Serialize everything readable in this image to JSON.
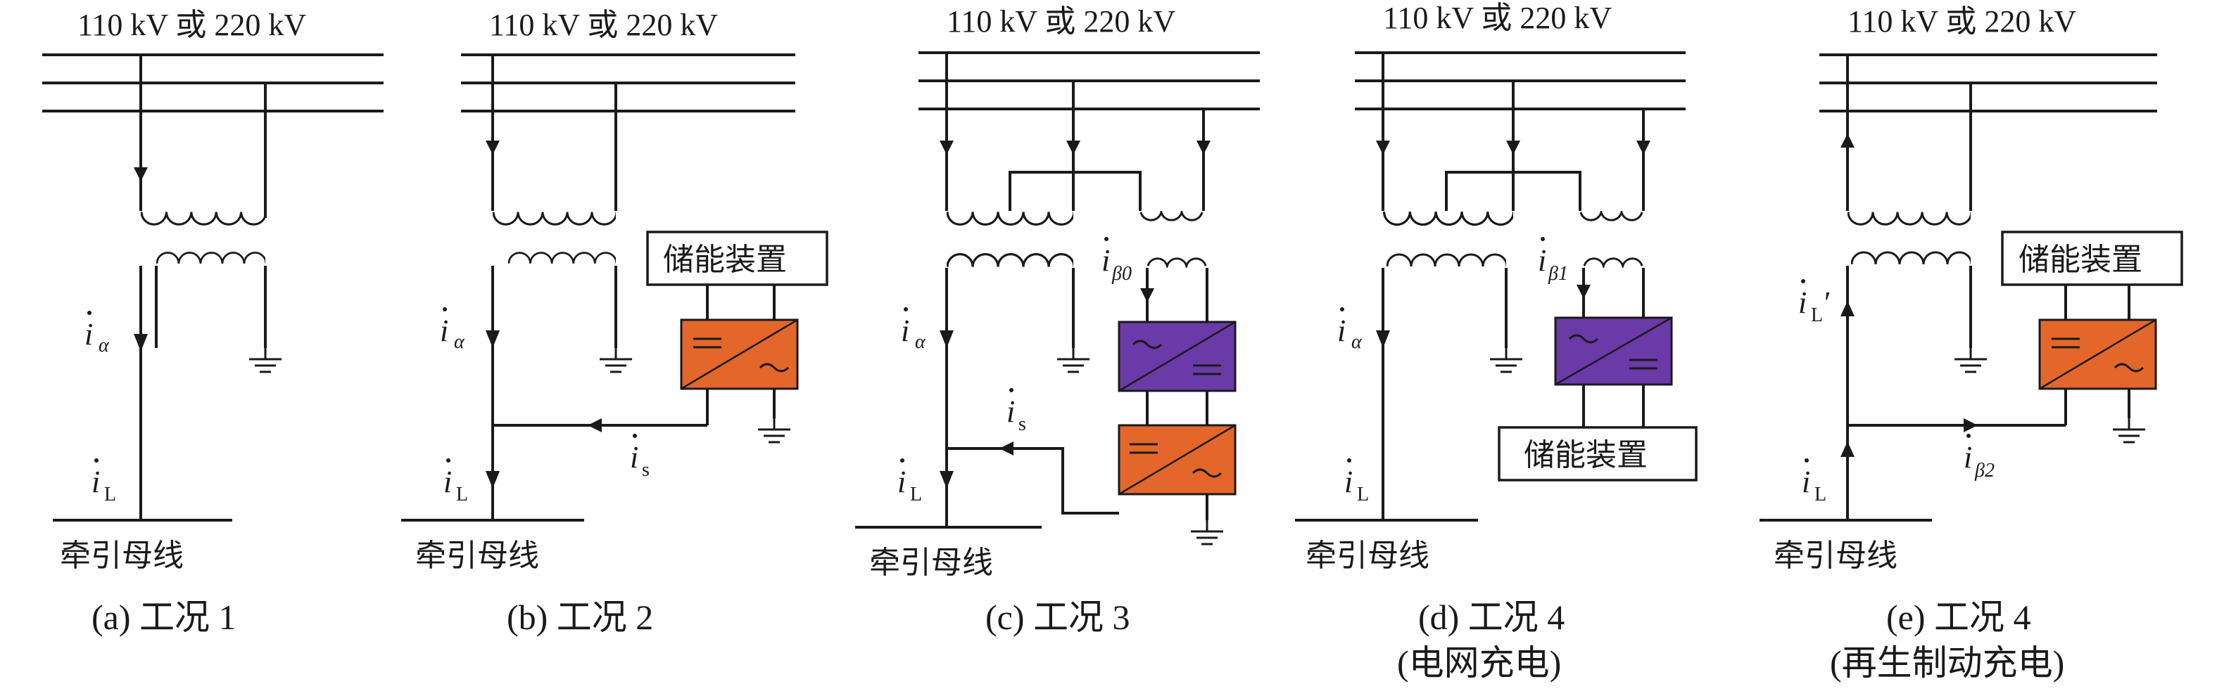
{
  "panels": [
    {
      "voltage": "110 kV 或 220 kV",
      "busbar": "牵引母线",
      "caption": "(a) 工况 1",
      "caption2": "",
      "currents": {
        "alpha": "i",
        "alpha_sub": "α",
        "L": "i",
        "L_sub": "L"
      }
    },
    {
      "voltage": "110 kV 或 220 kV",
      "busbar": "牵引母线",
      "caption": "(b) 工况 2",
      "caption2": "",
      "storage": "储能装置",
      "currents": {
        "alpha": "i",
        "alpha_sub": "α",
        "L": "i",
        "L_sub": "L",
        "s": "i",
        "s_sub": "s"
      }
    },
    {
      "voltage": "110 kV 或 220 kV",
      "busbar": "牵引母线",
      "caption": "(c) 工况 3",
      "caption2": "",
      "currents": {
        "alpha": "i",
        "alpha_sub": "α",
        "L": "i",
        "L_sub": "L",
        "s": "i",
        "s_sub": "s",
        "beta": "i",
        "beta_sub": "β0"
      }
    },
    {
      "voltage": "110 kV 或 220 kV",
      "busbar": "牵引母线",
      "caption": "(d) 工况 4",
      "caption2": "(电网充电)",
      "storage": "储能装置",
      "currents": {
        "alpha": "i",
        "alpha_sub": "α",
        "L": "i",
        "L_sub": "L",
        "beta": "i",
        "beta_sub": "β1"
      }
    },
    {
      "voltage": "110 kV 或 220 kV",
      "busbar": "牵引母线",
      "caption": "(e) 工况 4",
      "caption2": "(再生制动充电)",
      "storage": "储能装置",
      "currents": {
        "L2": "i",
        "L2_sub": "L",
        "L2_prime": "′",
        "L": "i",
        "L_sub": "L",
        "beta": "i",
        "beta_sub": "β2"
      }
    }
  ],
  "colors": {
    "orange": "#e3672a",
    "purple": "#6a3aa8",
    "line": "#1a1a1a"
  }
}
